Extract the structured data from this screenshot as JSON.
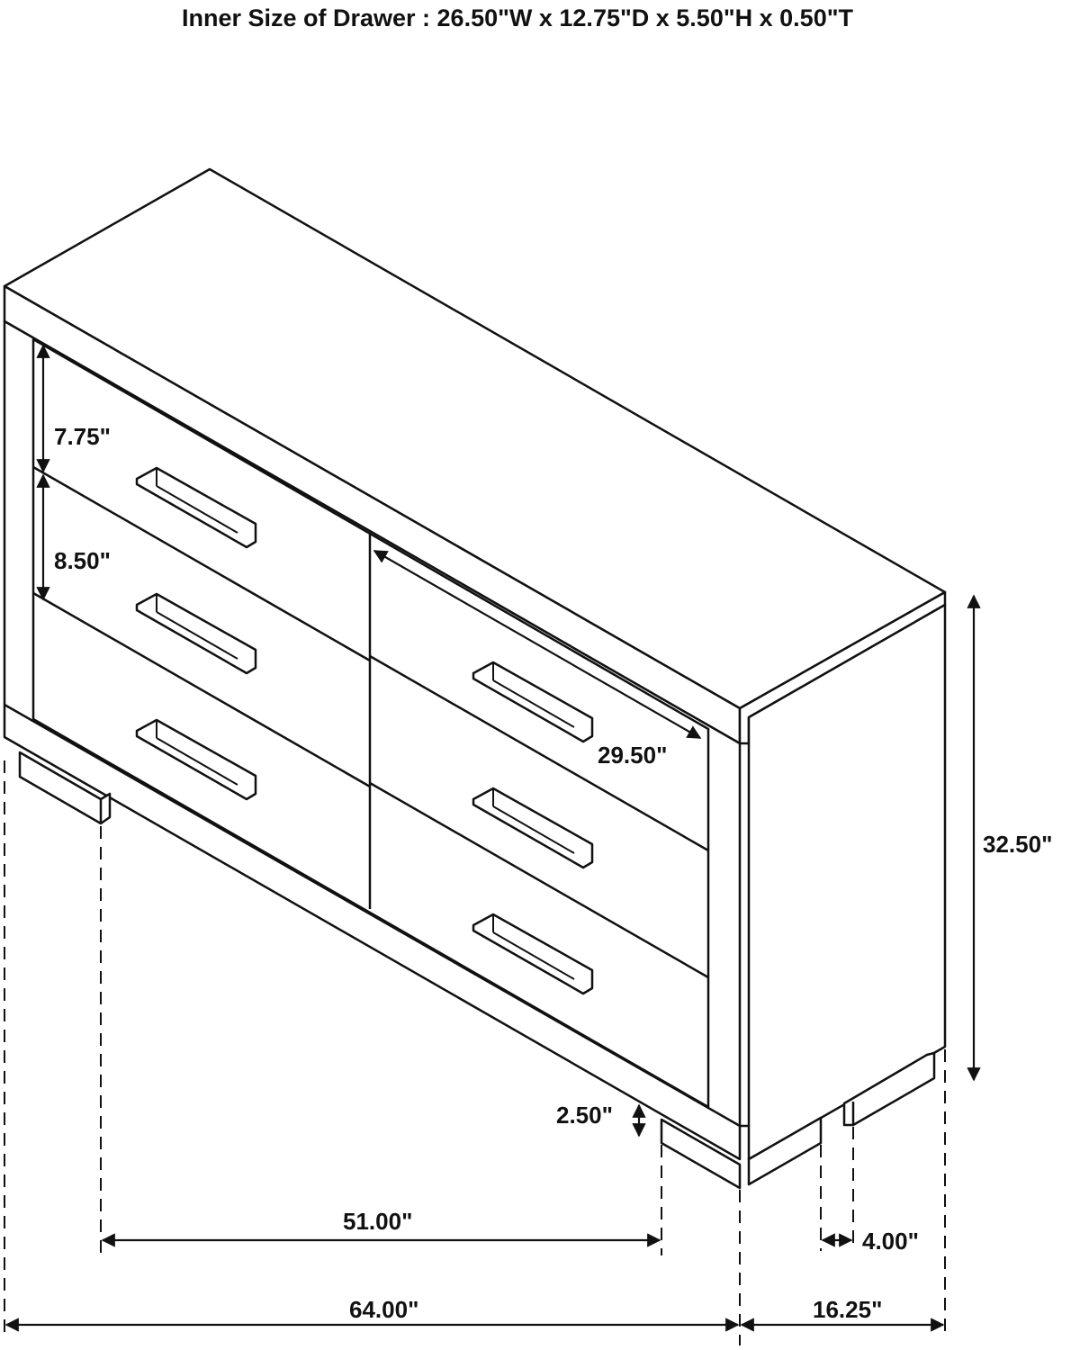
{
  "title": "Inner Size of Drawer : 26.50\"W x 12.75\"D x 5.50\"H x 0.50\"T",
  "dimensions": {
    "top_drawer_height": "7.75\"",
    "drawer_height": "8.50\"",
    "drawer_width": "29.50\"",
    "overall_height": "32.50\"",
    "leg_clearance": "2.50\"",
    "leg_spacing": "51.00\"",
    "leg_width": "4.00\"",
    "overall_width": "64.00\"",
    "overall_depth": "16.25\""
  }
}
